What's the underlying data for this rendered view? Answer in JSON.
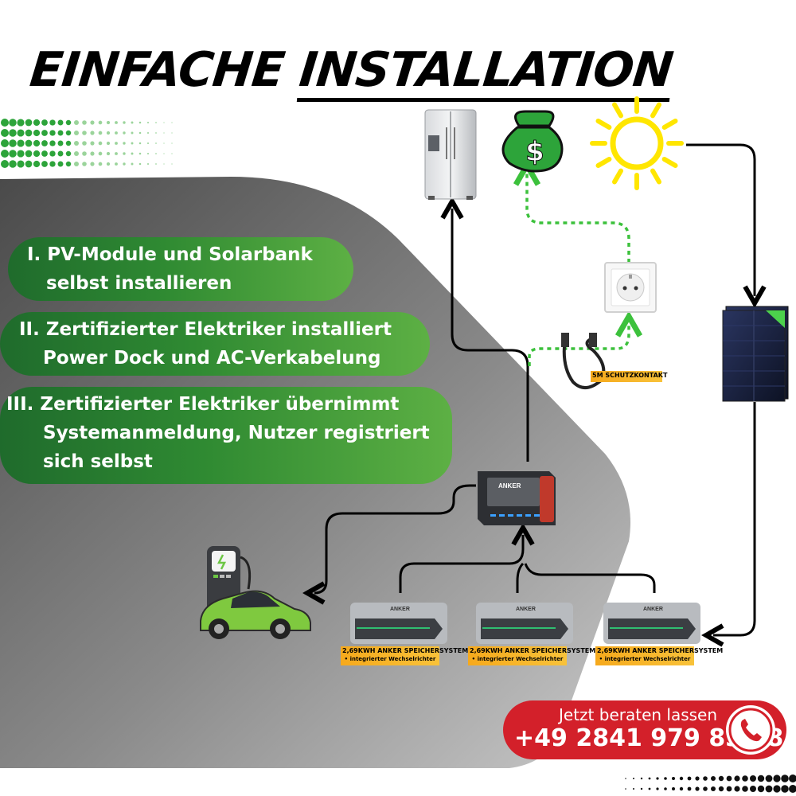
{
  "title": {
    "part1": "EINFACHE",
    "part2": "INSTALLATION"
  },
  "steps": [
    {
      "line1": "I. PV-Module und  Solarbank",
      "line2": "selbst installieren"
    },
    {
      "line1": "II. Zertifizierter Elektriker installiert",
      "line2": "Power Dock und AC-Verkabelung"
    },
    {
      "line1": "III. Zertifizierter Elektriker übernimmt",
      "line2": "Systemanmeldung, Nutzer registriert",
      "line3": "sich selbst"
    }
  ],
  "cable_label": "5M SCHUTZKONTAKT",
  "battery_label": {
    "title": "2,69KWH ANKER SPEICHERSYSTEM",
    "subtitle": "• integrierter Wechselrichter"
  },
  "brand": "ANKER",
  "cta": {
    "line1": "Jetzt beraten lassen",
    "phone": "+49 2841 979 83 38"
  },
  "colors": {
    "green": "#2f8a32",
    "accent_red": "#d3202a",
    "dashed_green": "#3cc13c",
    "label_orange": "#f6a91c",
    "sun_yellow": "#ffe600"
  },
  "icons": [
    "fridge-icon",
    "money-bag-icon",
    "sun-icon",
    "socket-icon",
    "solar-panel-icon",
    "cable-icon",
    "power-dock-icon",
    "ev-charger-icon",
    "car-icon",
    "battery-icon",
    "phone-icon"
  ]
}
